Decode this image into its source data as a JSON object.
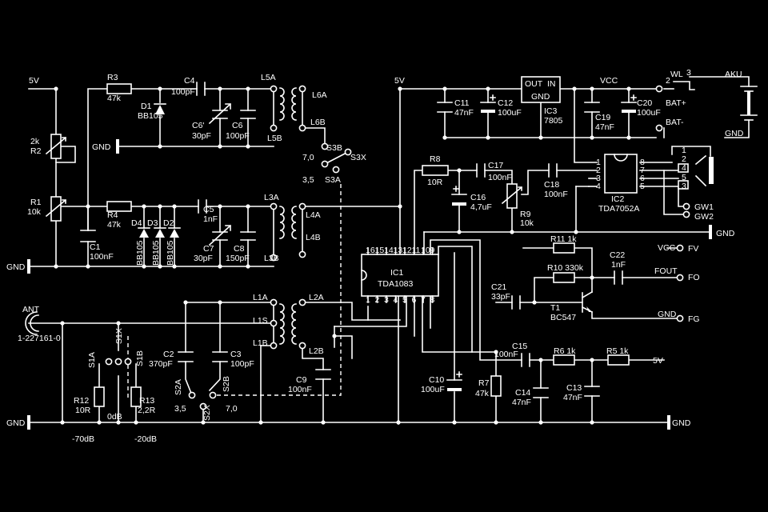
{
  "power": {
    "v5_left": "5V",
    "v5_mid": "5V",
    "vcc": "VCC",
    "v5_right": "5V",
    "vcc_out": "VCC",
    "gnd": "GND"
  },
  "resistors": {
    "r1": "R1",
    "r1v": "10k",
    "r2": "R2",
    "r2v": "2k",
    "r3": "R3",
    "r3v": "47k",
    "r4": "R4",
    "r4v": "47k",
    "r5": "R5 1k",
    "r6": "R6 1k",
    "r7": "R7",
    "r7v": "47k",
    "r8": "R8",
    "r8v": "10R",
    "r9": "R9",
    "r9v": "10k",
    "r10": "R10 330k",
    "r11": "R11 1k",
    "r12": "R12",
    "r12v": "10R",
    "r13": "R13",
    "r13v": "2,2R"
  },
  "capacitors": {
    "c1": "C1",
    "c1v": "100nF",
    "c2": "C2",
    "c2v": "370pF",
    "c3": "C3",
    "c3v": "100pF",
    "c4": "C4",
    "c4v": "100pF",
    "c5": "C5",
    "c5v": "1nF",
    "c6": "C6",
    "c6v": "100pF",
    "c6p": "C6'",
    "c6pv": "30pF",
    "c7": "C7",
    "c7v": "30pF",
    "c8": "C8",
    "c8v": "150pF",
    "c9": "C9",
    "c9v": "100nF",
    "c10": "C10",
    "c10v": "100uF",
    "c11": "C11",
    "c11v": "47nF",
    "c12": "C12",
    "c12v": "100uF",
    "c13": "C13",
    "c13v": "47nF",
    "c14": "C14",
    "c14v": "47nF",
    "c15": "C15",
    "c15v": "100nF",
    "c16": "C16",
    "c16v": "4,7uF",
    "c17": "C17",
    "c17v": "100nF",
    "c18": "C18",
    "c18v": "100nF",
    "c19": "C19",
    "c19v": "47nF",
    "c20": "C20",
    "c20v": "100uF",
    "c21": "C21",
    "c21v": "33pF",
    "c22": "C22",
    "c22v": "1nF"
  },
  "diodes": {
    "d1": "D1",
    "d1v": "BB105",
    "d2": "D2",
    "d3": "D3",
    "d4": "D4",
    "bb": "BB105"
  },
  "coils": {
    "l1a": "L1A",
    "l1s": "L1S",
    "l1b": "L1B",
    "l2a": "L2A",
    "l2b": "L2B",
    "l3a": "L3A",
    "l3b": "L3B",
    "l4a": "L4A",
    "l4b": "L4B",
    "l5a": "L5A",
    "l5b": "L5B",
    "l6a": "L6A",
    "l6b": "L6B"
  },
  "ics": {
    "ic1": "IC1",
    "ic1v": "TDA1083",
    "ic2": "IC2",
    "ic2v": "TDA7052A",
    "ic3": "IC3",
    "ic3v": "7805",
    "ic3_out": "OUT",
    "ic3_in": "IN",
    "ic3_gnd": "GND",
    "ic1_pins_top": [
      "16",
      "15",
      "14",
      "13",
      "12",
      "11",
      "10",
      "9"
    ],
    "ic1_pins_bot": [
      "1",
      "2",
      "3",
      "4",
      "5",
      "6",
      "7",
      "8"
    ],
    "ic2_pins_left": [
      "1",
      "2",
      "3",
      "4"
    ],
    "ic2_pins_right": [
      "8",
      "7",
      "6",
      "5"
    ]
  },
  "transistor": {
    "t1": "T1",
    "t1v": "BC547"
  },
  "switches": {
    "s1a": "S1A",
    "s1b": "S1B",
    "s1x": "S1X",
    "s2a": "S2A",
    "s2b": "S2B",
    "s2x": "S2X",
    "s3a": "S3A",
    "s3b": "S3B",
    "s3x": "S3X",
    "wl": "WL",
    "pos35a": "3,5",
    "pos70a": "7,0",
    "pos35b": "3,5",
    "pos70b": "7,0"
  },
  "connectors": {
    "ant": "ANT",
    "ant_part": "1-227161-0",
    "bat_plus": "BAT+",
    "bat_minus": "BAT-",
    "aku": "AKU",
    "gw1": "GW1",
    "gw2": "GW2",
    "fv": "FV",
    "fo": "FO",
    "fg": "FG",
    "fout": "FOUT",
    "gnd": "GND",
    "jack_pins": [
      "1",
      "2",
      "4",
      "5",
      "3"
    ],
    "wl_pins": [
      "2",
      "3"
    ]
  },
  "attenuation": {
    "a70": "-70dB",
    "a0": "0dB",
    "a20": "-20dB"
  }
}
